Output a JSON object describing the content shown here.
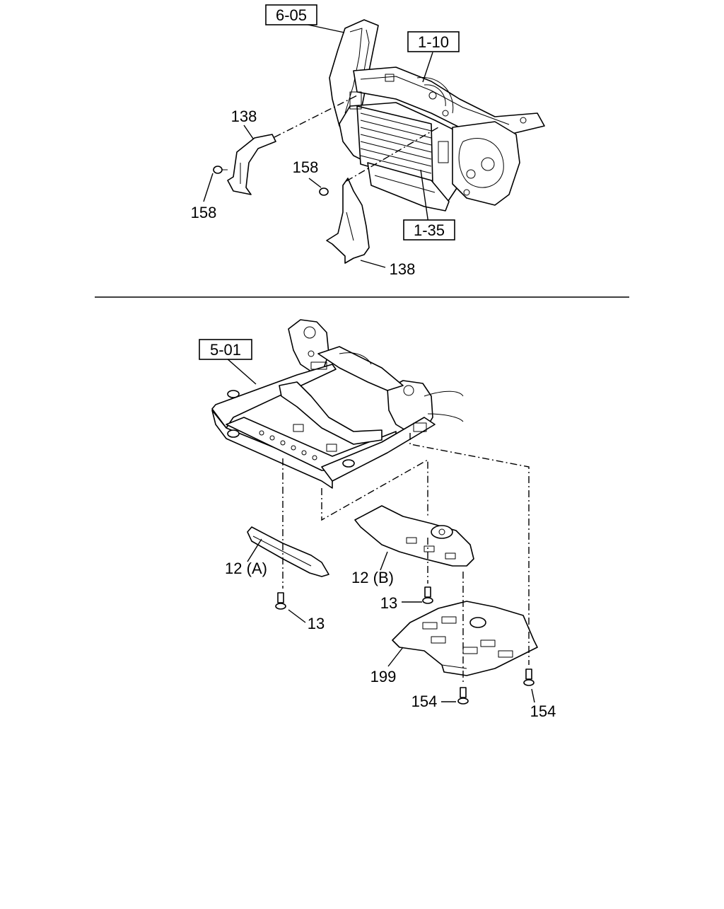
{
  "upper": {
    "refs": {
      "r605": "6-05",
      "r110": "1-10",
      "r135": "1-35"
    },
    "labels": {
      "l138a": "138",
      "l158a": "158",
      "l158b": "158",
      "l138b": "138"
    }
  },
  "lower": {
    "refs": {
      "r501": "5-01"
    },
    "labels": {
      "l12a": "12 (A)",
      "l12b": "12 (B)",
      "l13a": "13",
      "l13b": "13",
      "l199": "199",
      "l154a": "154",
      "l154b": "154"
    }
  }
}
